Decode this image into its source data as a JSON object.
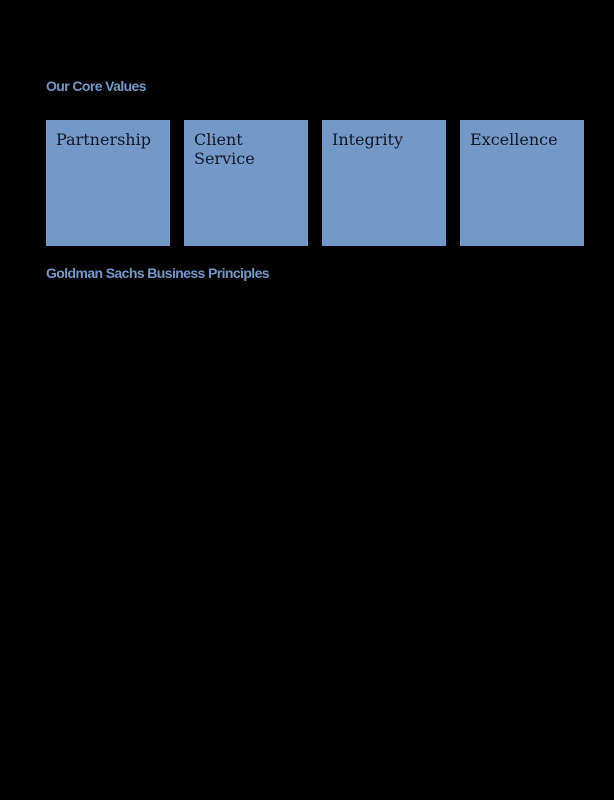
{
  "sections": {
    "core_values_heading": "Our Core Values",
    "business_principles_heading": "Goldman Sachs Business Principles"
  },
  "core_values": [
    {
      "label_lines": [
        "Partnership"
      ]
    },
    {
      "label_lines": [
        "Client",
        "Service"
      ]
    },
    {
      "label_lines": [
        "Integrity"
      ]
    },
    {
      "label_lines": [
        "Excellence"
      ]
    }
  ],
  "colors": {
    "background": "#000000",
    "accent": "#7399c8",
    "card_text": "#101826"
  }
}
